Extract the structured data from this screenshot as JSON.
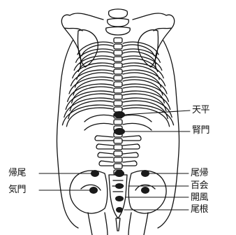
{
  "labels": {
    "tenhei": "天平",
    "jinmon": "腎門",
    "kibi": "帰尾",
    "kimon": "気門",
    "bishu": "尾帰",
    "hyakue": "百会",
    "kaifu": "開風",
    "bikon": "尾根"
  },
  "colors": {
    "ink": "#111111",
    "dot": "#1a1a1a",
    "paper": "#ffffff"
  }
}
